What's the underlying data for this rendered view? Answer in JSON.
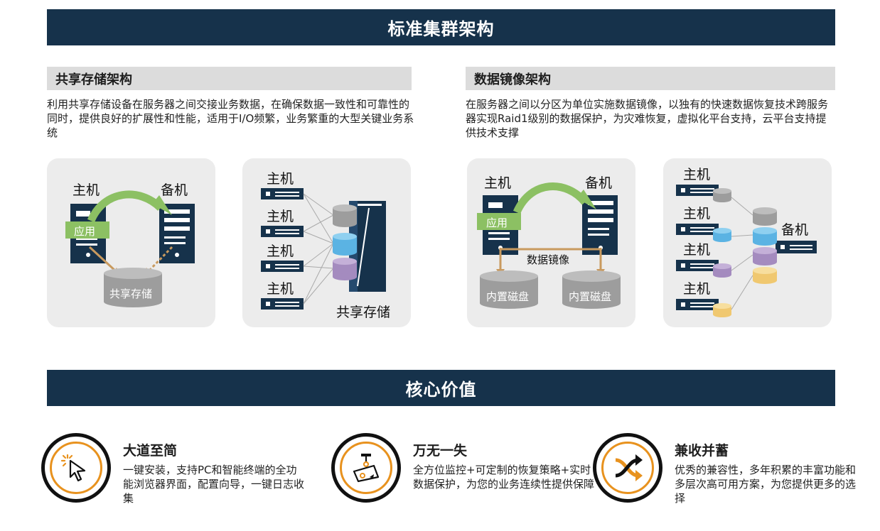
{
  "banner_top": "标准集群架构",
  "banner_bottom": "核心价值",
  "shared": {
    "title": "共享存储架构",
    "desc": "利用共享存储设备在服务器之间交接业务数据，在确保数据一致性和可靠性的同时，提供良好的扩展性和性能，适用于I/O频繁，业务繁重的大型关键业务系统",
    "card1": {
      "host": "主机",
      "standby": "备机",
      "app": "应用",
      "storage": "共享存储"
    },
    "card2": {
      "hosts": [
        "主机",
        "主机",
        "主机",
        "主机"
      ],
      "storage": "共享存储"
    }
  },
  "mirror": {
    "title": "数据镜像架构",
    "desc": "在服务器之间以分区为单位实施数据镜像，以独有的快速数据恢复技术跨服务器实现Raid1级别的数据保护，为灾难恢复，虚拟化平台支持，云平台支持提供技术支撑",
    "card1": {
      "host": "主机",
      "standby": "备机",
      "app": "应用",
      "mirror": "数据镜像",
      "disk1": "内置磁盘",
      "disk2": "内置磁盘"
    },
    "card2": {
      "hosts": [
        "主机",
        "主机",
        "主机",
        "主机"
      ],
      "standby": "备机"
    }
  },
  "values": [
    {
      "title": "大道至简",
      "desc": "一键安装，支持PC和智能终端的全功能浏览器界面，配置向导，一键日志收集",
      "icon": "cursor-click-icon"
    },
    {
      "title": "万无一失",
      "desc": "全方位监控+可定制的恢复策略+实时数据保护，为您的业务连续性提供保障",
      "icon": "surveillance-camera-icon"
    },
    {
      "title": "兼收并蓄",
      "desc": "优秀的兼容性，多年积累的丰富功能和多层次高可用方案，为您提供更多的选择",
      "icon": "shuffle-arrows-icon"
    }
  ],
  "colors": {
    "navy": "#16324b",
    "green": "#8cc063",
    "tan": "#c99a5e",
    "orange": "#e8921e",
    "gray_db": "#9d9d9d",
    "blue_db": "#5bb3e3",
    "purple_db": "#a48bbf",
    "yellow_db": "#f0c870"
  }
}
